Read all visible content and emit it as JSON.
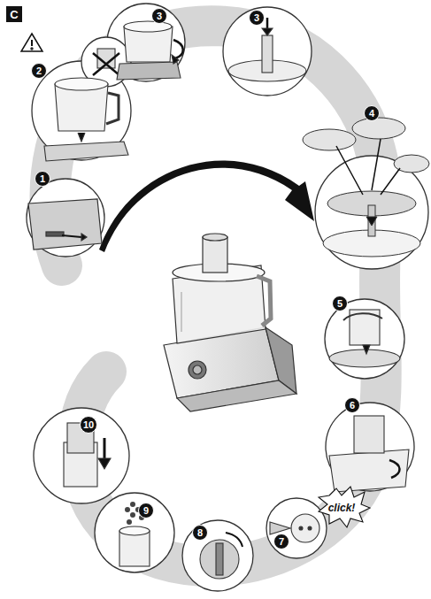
{
  "diagram": {
    "labels": [
      "C",
      "1",
      "2",
      "3",
      "3",
      "4",
      "5",
      "6",
      "7",
      "8",
      "9",
      "10",
      "click!"
    ]
  }
}
